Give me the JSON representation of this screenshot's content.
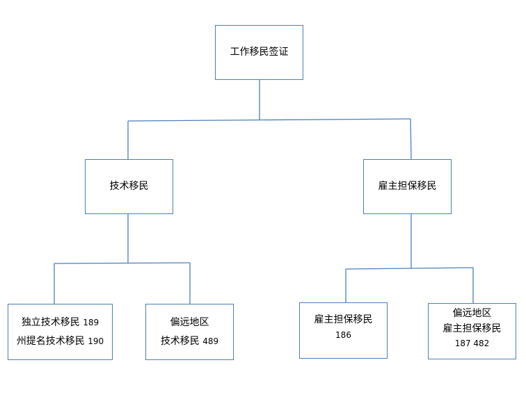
{
  "colors": {
    "line": "#4a7ebb",
    "border": "#4a7ebb"
  },
  "root": {
    "label": "工作移民签证"
  },
  "branches": [
    {
      "label": "技术移民",
      "children": [
        {
          "lines": [
            {
              "text": "独立技术移民",
              "num": "189"
            },
            {
              "text": "州提名技术移民",
              "num": "190"
            }
          ]
        },
        {
          "lines": [
            {
              "text": "偏远地区",
              "num": ""
            },
            {
              "text": "技术移民",
              "num": "489"
            }
          ]
        }
      ]
    },
    {
      "label": "雇主担保移民",
      "children": [
        {
          "lines": [
            {
              "text": "雇主担保移民",
              "num": ""
            },
            {
              "text": "",
              "num": "186"
            }
          ]
        },
        {
          "lines": [
            {
              "text": "偏远地区",
              "num": ""
            },
            {
              "text": "雇主担保移民",
              "num": ""
            },
            {
              "text": "",
              "num": "187 482"
            }
          ]
        }
      ]
    }
  ]
}
